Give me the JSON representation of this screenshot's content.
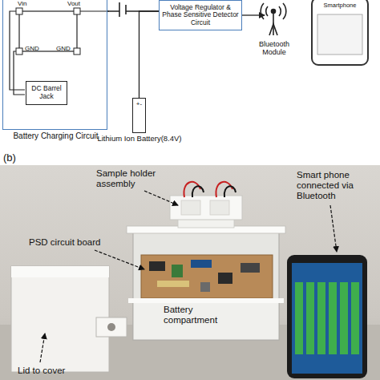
{
  "diagram": {
    "nodes": [
      {
        "text": [
          "Battery Charging Circuit"
        ]
      },
      {
        "text": [
          "DC Barrel Jack"
        ],
        "in": 0
      },
      {
        "text": [
          "+-",
          "Lithium Ion Battery(8.4V)"
        ]
      },
      {
        "text": [
          "Voltage Regulator & Phase Sensitive Detector Circuit"
        ]
      },
      {
        "text": [
          "Bluetooth Module"
        ]
      },
      {
        "text": [
          "Smartphone"
        ]
      }
    ],
    "edges": [
      {
        "from": 0,
        "to": 3,
        "arrow": "none"
      },
      {
        "from": 2,
        "to": 3,
        "arrow": "none"
      },
      {
        "from": 3,
        "to": 4,
        "arrow": "to"
      }
    ],
    "labels": [
      "Vin",
      "Vout",
      "GND",
      "GND",
      "(b)",
      "Sample holder assembly",
      "Smart phone connected via Bluetooth",
      "PSD circuit board",
      "Battery compartment",
      "Lid to cover"
    ]
  }
}
